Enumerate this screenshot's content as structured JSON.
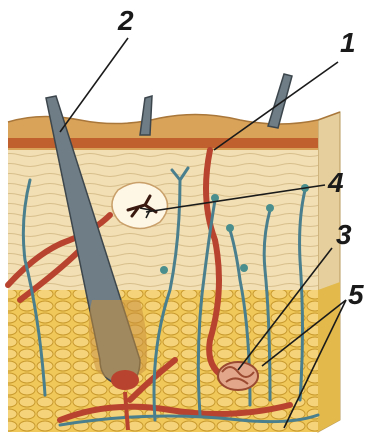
{
  "labels": {
    "l1": "1",
    "l2": "2",
    "l3": "3",
    "l4": "4",
    "l5": "5"
  },
  "colors": {
    "epidermis": "#d9a35a",
    "dermis": "#efd9a8",
    "fat": "#e8c04a",
    "hair": "#6f7d86",
    "artery": "#b8432e",
    "vein": "#4a7f8e",
    "nerve": "#3a6f7a",
    "pointer": "#1a1a1a"
  }
}
